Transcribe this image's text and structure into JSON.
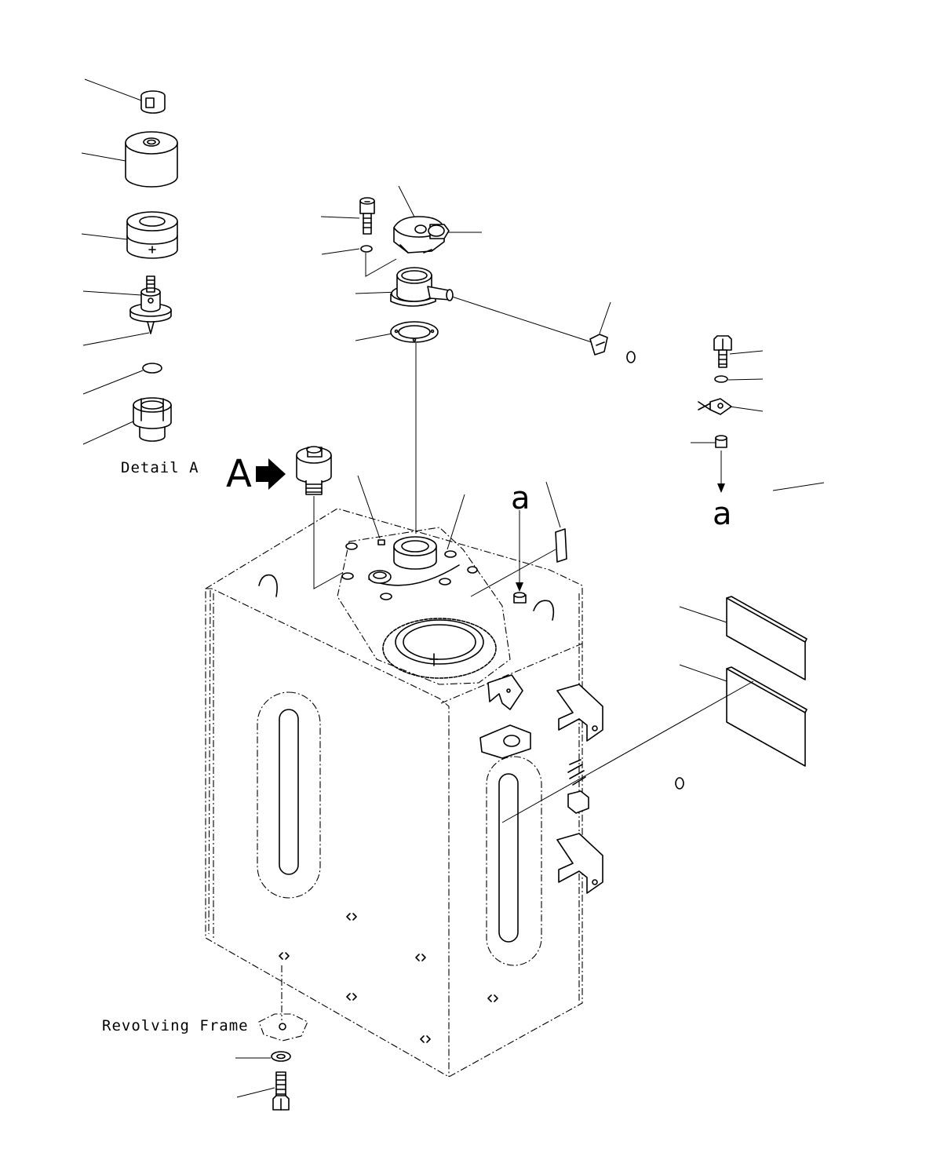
{
  "labels": {
    "detail": "Detail A",
    "view_marker": "A",
    "ref_mark_left": "a",
    "ref_mark_right": "a",
    "frame": "Revolving Frame"
  },
  "icons": [
    "arrow-right-icon",
    "arrow-down-icon"
  ],
  "colors": {
    "ink": "#000000",
    "background": "#ffffff",
    "pad_fill": "#eeeeee"
  }
}
